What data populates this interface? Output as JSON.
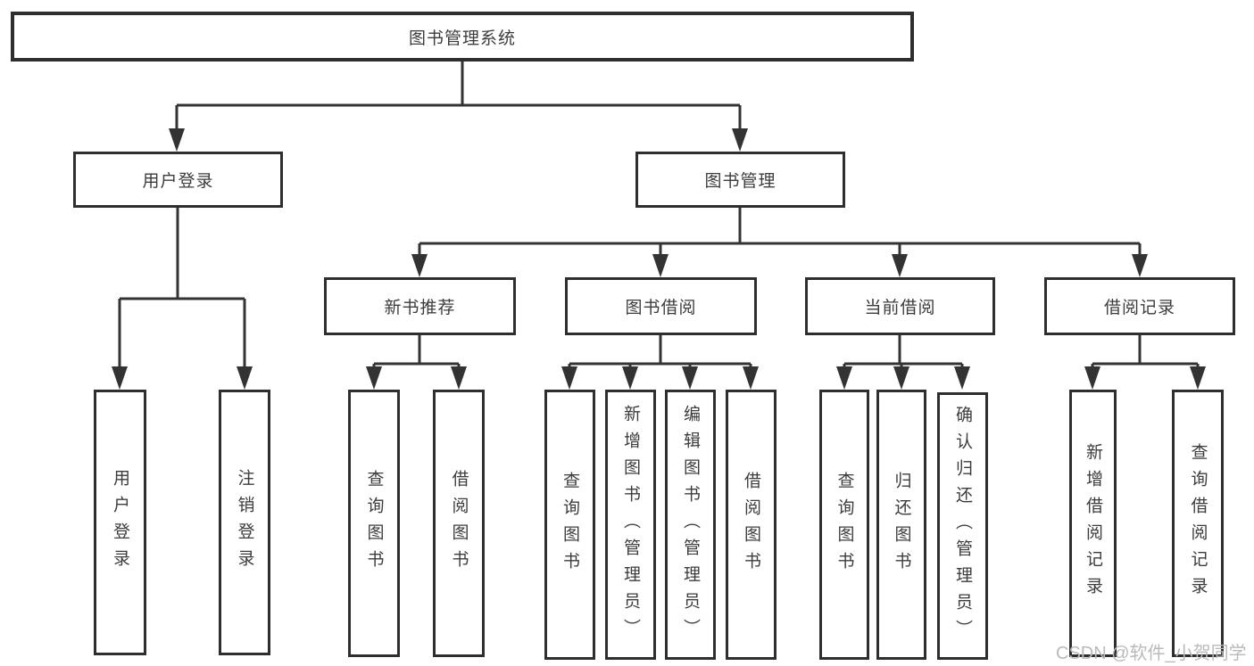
{
  "diagram": {
    "nodes": {
      "root": {
        "label": "图书管理系统"
      },
      "user_login": {
        "label": "用户登录"
      },
      "book_mgmt": {
        "label": "图书管理"
      },
      "new_book_rec": {
        "label": "新书推荐"
      },
      "book_borrow": {
        "label": "图书借阅"
      },
      "current_borrow": {
        "label": "当前借阅"
      },
      "borrow_records": {
        "label": "借阅记录"
      },
      "leaf_user_login": {
        "label": "用户登录"
      },
      "leaf_logout": {
        "label": "注销登录"
      },
      "leaf_nb_query": {
        "label": "查询图书"
      },
      "leaf_nb_borrow": {
        "label": "借阅图书"
      },
      "leaf_bb_query": {
        "label": "查询图书"
      },
      "leaf_bb_add": {
        "label": "新增图书（管理员）"
      },
      "leaf_bb_edit": {
        "label": "编辑图书（管理员）"
      },
      "leaf_bb_borrow": {
        "label": "借阅图书"
      },
      "leaf_cb_query": {
        "label": "查询图书"
      },
      "leaf_cb_return": {
        "label": "归还图书"
      },
      "leaf_cb_confirm": {
        "label": "确认归还（管理员）"
      },
      "leaf_br_add": {
        "label": "新增借阅记录"
      },
      "leaf_br_query": {
        "label": "查询借阅记录"
      }
    },
    "colors": {
      "line": "#333333",
      "box_border": "#2e2e2e",
      "text": "#3c3c3c",
      "watermark": "#b9babc",
      "background": "#ffffff"
    }
  },
  "watermark": "CSDN @软件_小贺同学"
}
